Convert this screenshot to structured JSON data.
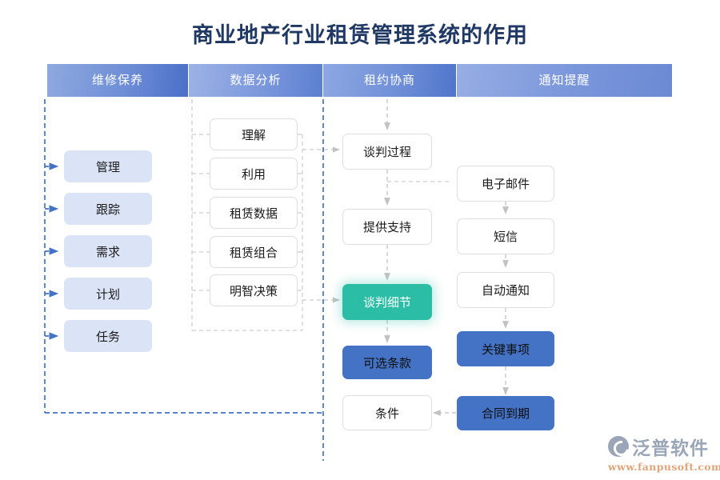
{
  "page": {
    "title": "商业地产行业租赁管理系统的作用",
    "title_color": "#1f3864",
    "background": "#ffffff"
  },
  "tabs": [
    {
      "label": "维修保养",
      "color": "#4a6fc8"
    },
    {
      "label": "数据分析",
      "color": "#5b7fcf"
    },
    {
      "label": "租约协商",
      "color": "#4f74ca"
    },
    {
      "label": "通知提醒",
      "color": "#6b8ad4"
    }
  ],
  "columns": {
    "maintenance": {
      "style": "light",
      "fill": "#dbe4f6",
      "nodes": [
        {
          "label": "管理"
        },
        {
          "label": "跟踪"
        },
        {
          "label": "需求"
        },
        {
          "label": "计划"
        },
        {
          "label": "任务"
        }
      ]
    },
    "analytics": {
      "style": "plain",
      "fill": "#ffffff",
      "nodes": [
        {
          "label": "理解"
        },
        {
          "label": "利用"
        },
        {
          "label": "租赁数据"
        },
        {
          "label": "租赁组合"
        },
        {
          "label": "明智决策"
        }
      ]
    },
    "negotiation": {
      "nodes": [
        {
          "label": "谈判过程",
          "style": "plain"
        },
        {
          "label": "提供支持",
          "style": "plain"
        },
        {
          "label": "谈判细节",
          "style": "teal",
          "fill": "#2bbda6",
          "highlighted": true
        },
        {
          "label": "可选条款",
          "style": "blue",
          "fill": "#4472c4",
          "highlighted": true
        },
        {
          "label": "条件",
          "style": "plain"
        }
      ]
    },
    "notification": {
      "nodes": [
        {
          "label": "电子邮件",
          "style": "plain"
        },
        {
          "label": "短信",
          "style": "plain"
        },
        {
          "label": "自动通知",
          "style": "plain"
        },
        {
          "label": "关键事项",
          "style": "blue",
          "fill": "#4472c4",
          "highlighted": true
        },
        {
          "label": "合同到期",
          "style": "blue",
          "fill": "#4472c4",
          "highlighted": true
        }
      ]
    }
  },
  "connectors": {
    "primary_color": "#4472c4",
    "secondary_color": "#c9c9c9",
    "style": "dashed"
  },
  "logo": {
    "name": "泛普软件",
    "url": "www.fanpusoft.com",
    "mark": "fanpu-logo-icon"
  }
}
